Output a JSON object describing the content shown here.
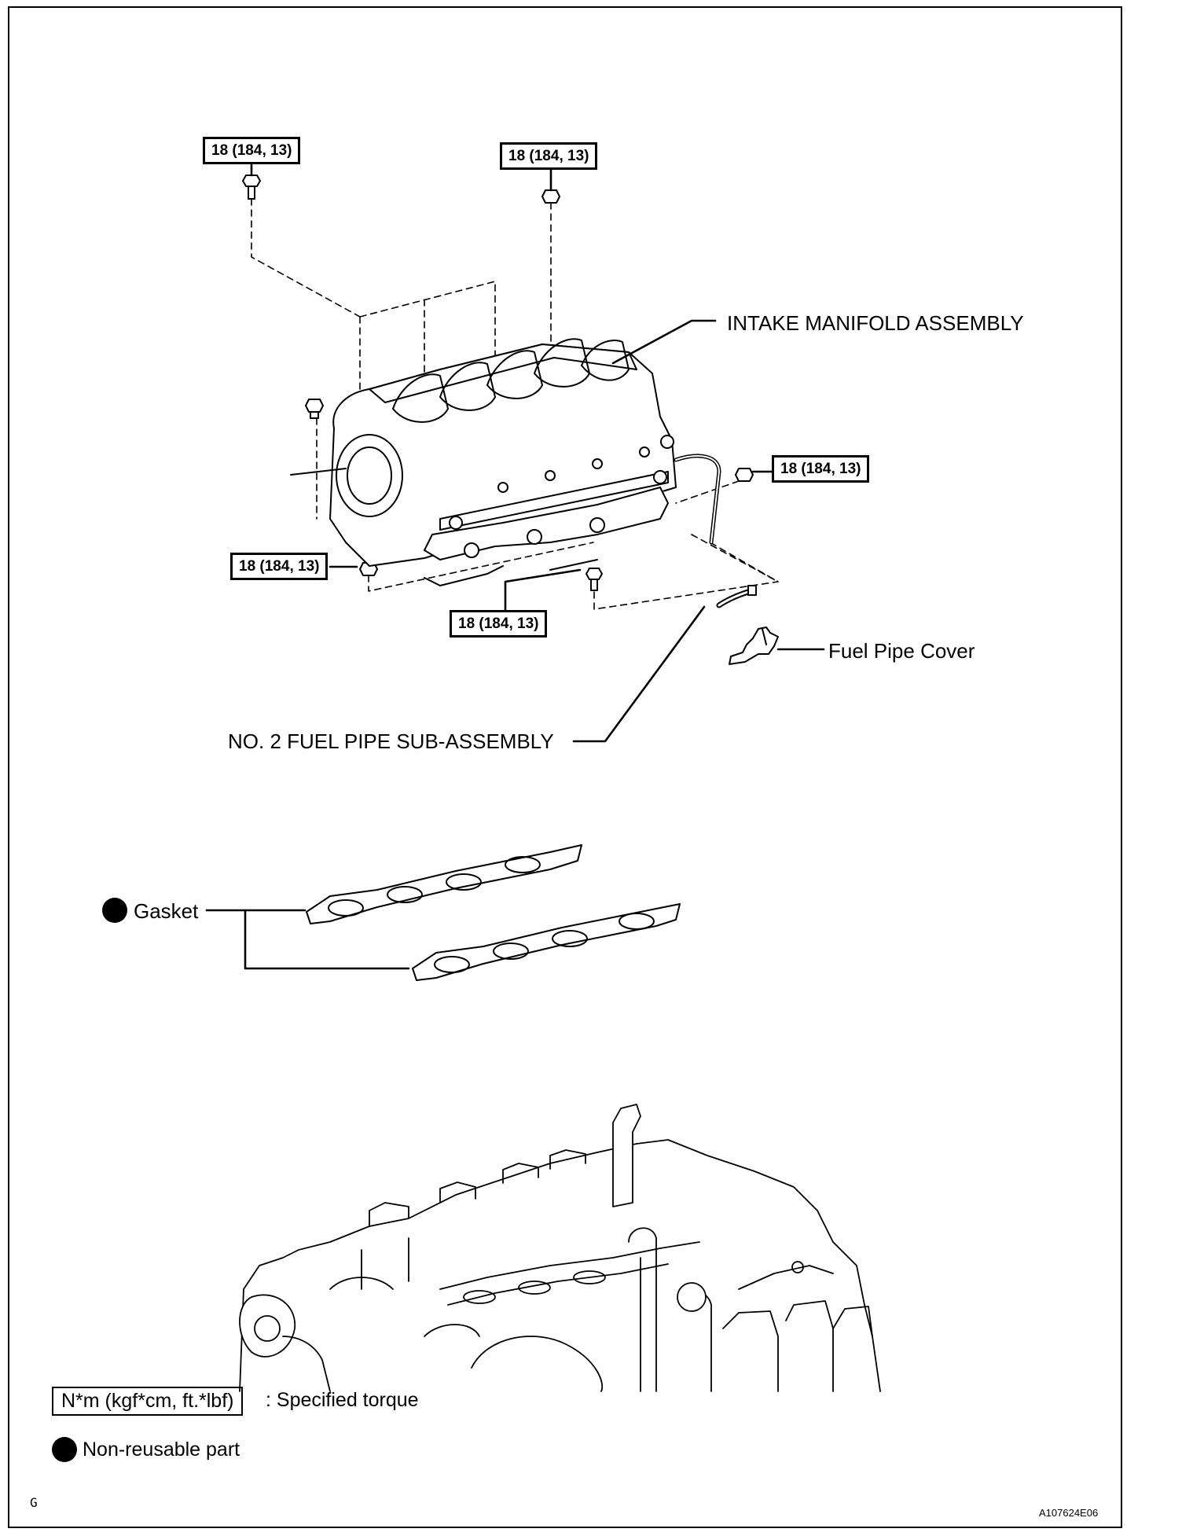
{
  "torque_callouts": [
    {
      "id": "t1",
      "text": "18 (184, 13)"
    },
    {
      "id": "t2",
      "text": "18 (184, 13)"
    },
    {
      "id": "t3",
      "text": "18 (184, 13)"
    },
    {
      "id": "t4",
      "text": "18 (184, 13)"
    },
    {
      "id": "t5",
      "text": "18 (184, 13)"
    }
  ],
  "parts": {
    "intake_manifold": "INTAKE MANIFOLD ASSEMBLY",
    "fuel_pipe_cover": "Fuel Pipe Cover",
    "fuel_pipe": "NO. 2 FUEL PIPE SUB-ASSEMBLY",
    "gasket": "Gasket"
  },
  "legend": {
    "torque_unit": "N*m (kgf*cm, ft.*lbf)",
    "torque_desc": ": Specified torque",
    "nonreusable": "Non-reusable part"
  },
  "footer": {
    "left_code": "G",
    "figure_id": "A107624E06"
  }
}
